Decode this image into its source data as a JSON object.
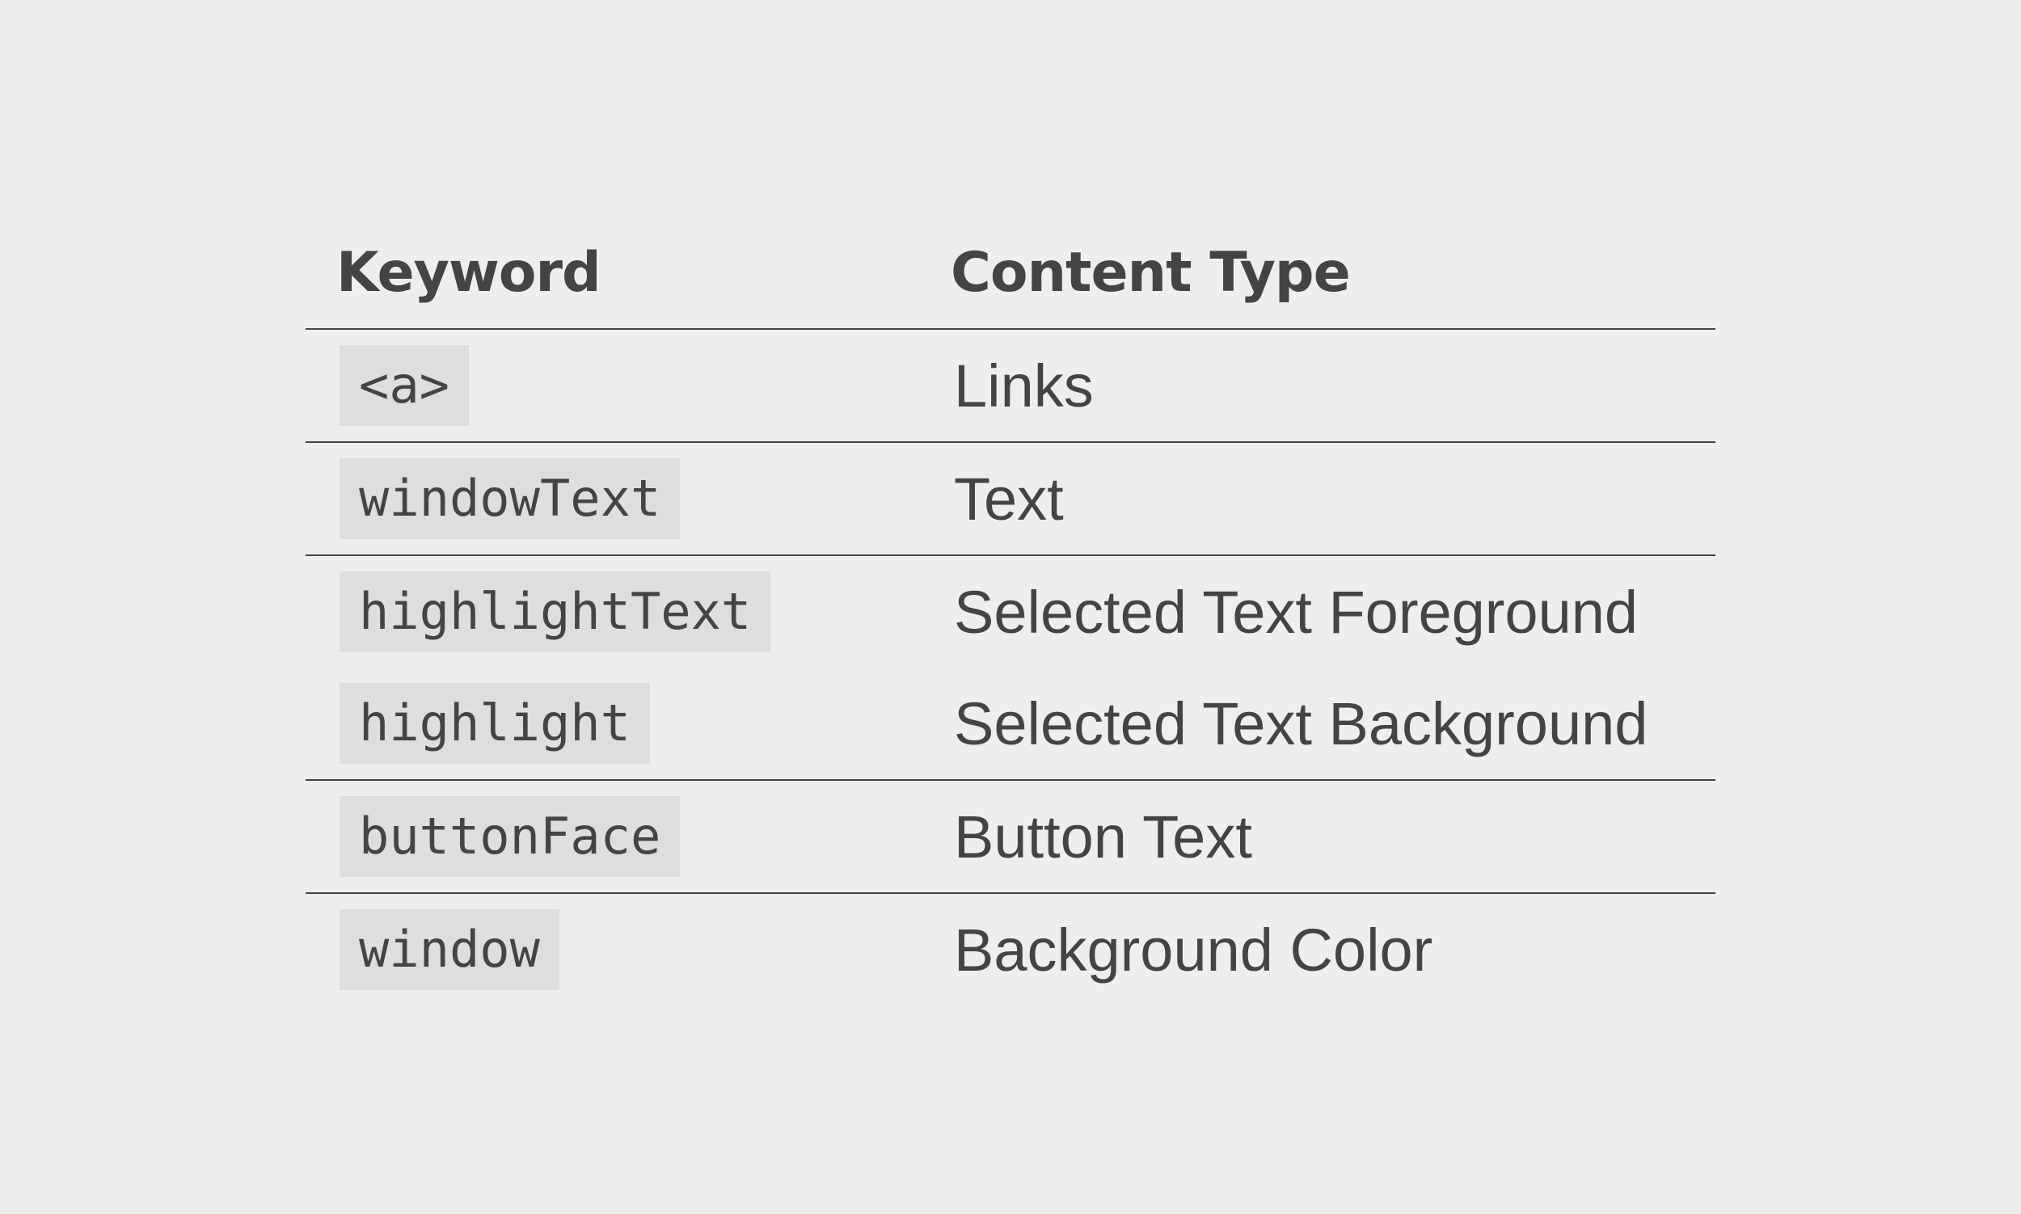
{
  "table": {
    "headers": {
      "keyword": "Keyword",
      "content_type": "Content Type"
    },
    "rows": [
      {
        "keyword": "<a>",
        "content_type": "Links"
      },
      {
        "keyword": "windowText",
        "content_type": "Text"
      },
      {
        "keyword": "highlightText",
        "content_type": "Selected Text Foreground"
      },
      {
        "keyword": "highlight",
        "content_type": "Selected Text Background"
      },
      {
        "keyword": "buttonFace",
        "content_type": "Button Text"
      },
      {
        "keyword": "window",
        "content_type": "Background Color"
      }
    ]
  },
  "colors": {
    "background": "#eeeeee",
    "text": "#444444",
    "code_background": "#dedede",
    "rule": "#444444"
  }
}
